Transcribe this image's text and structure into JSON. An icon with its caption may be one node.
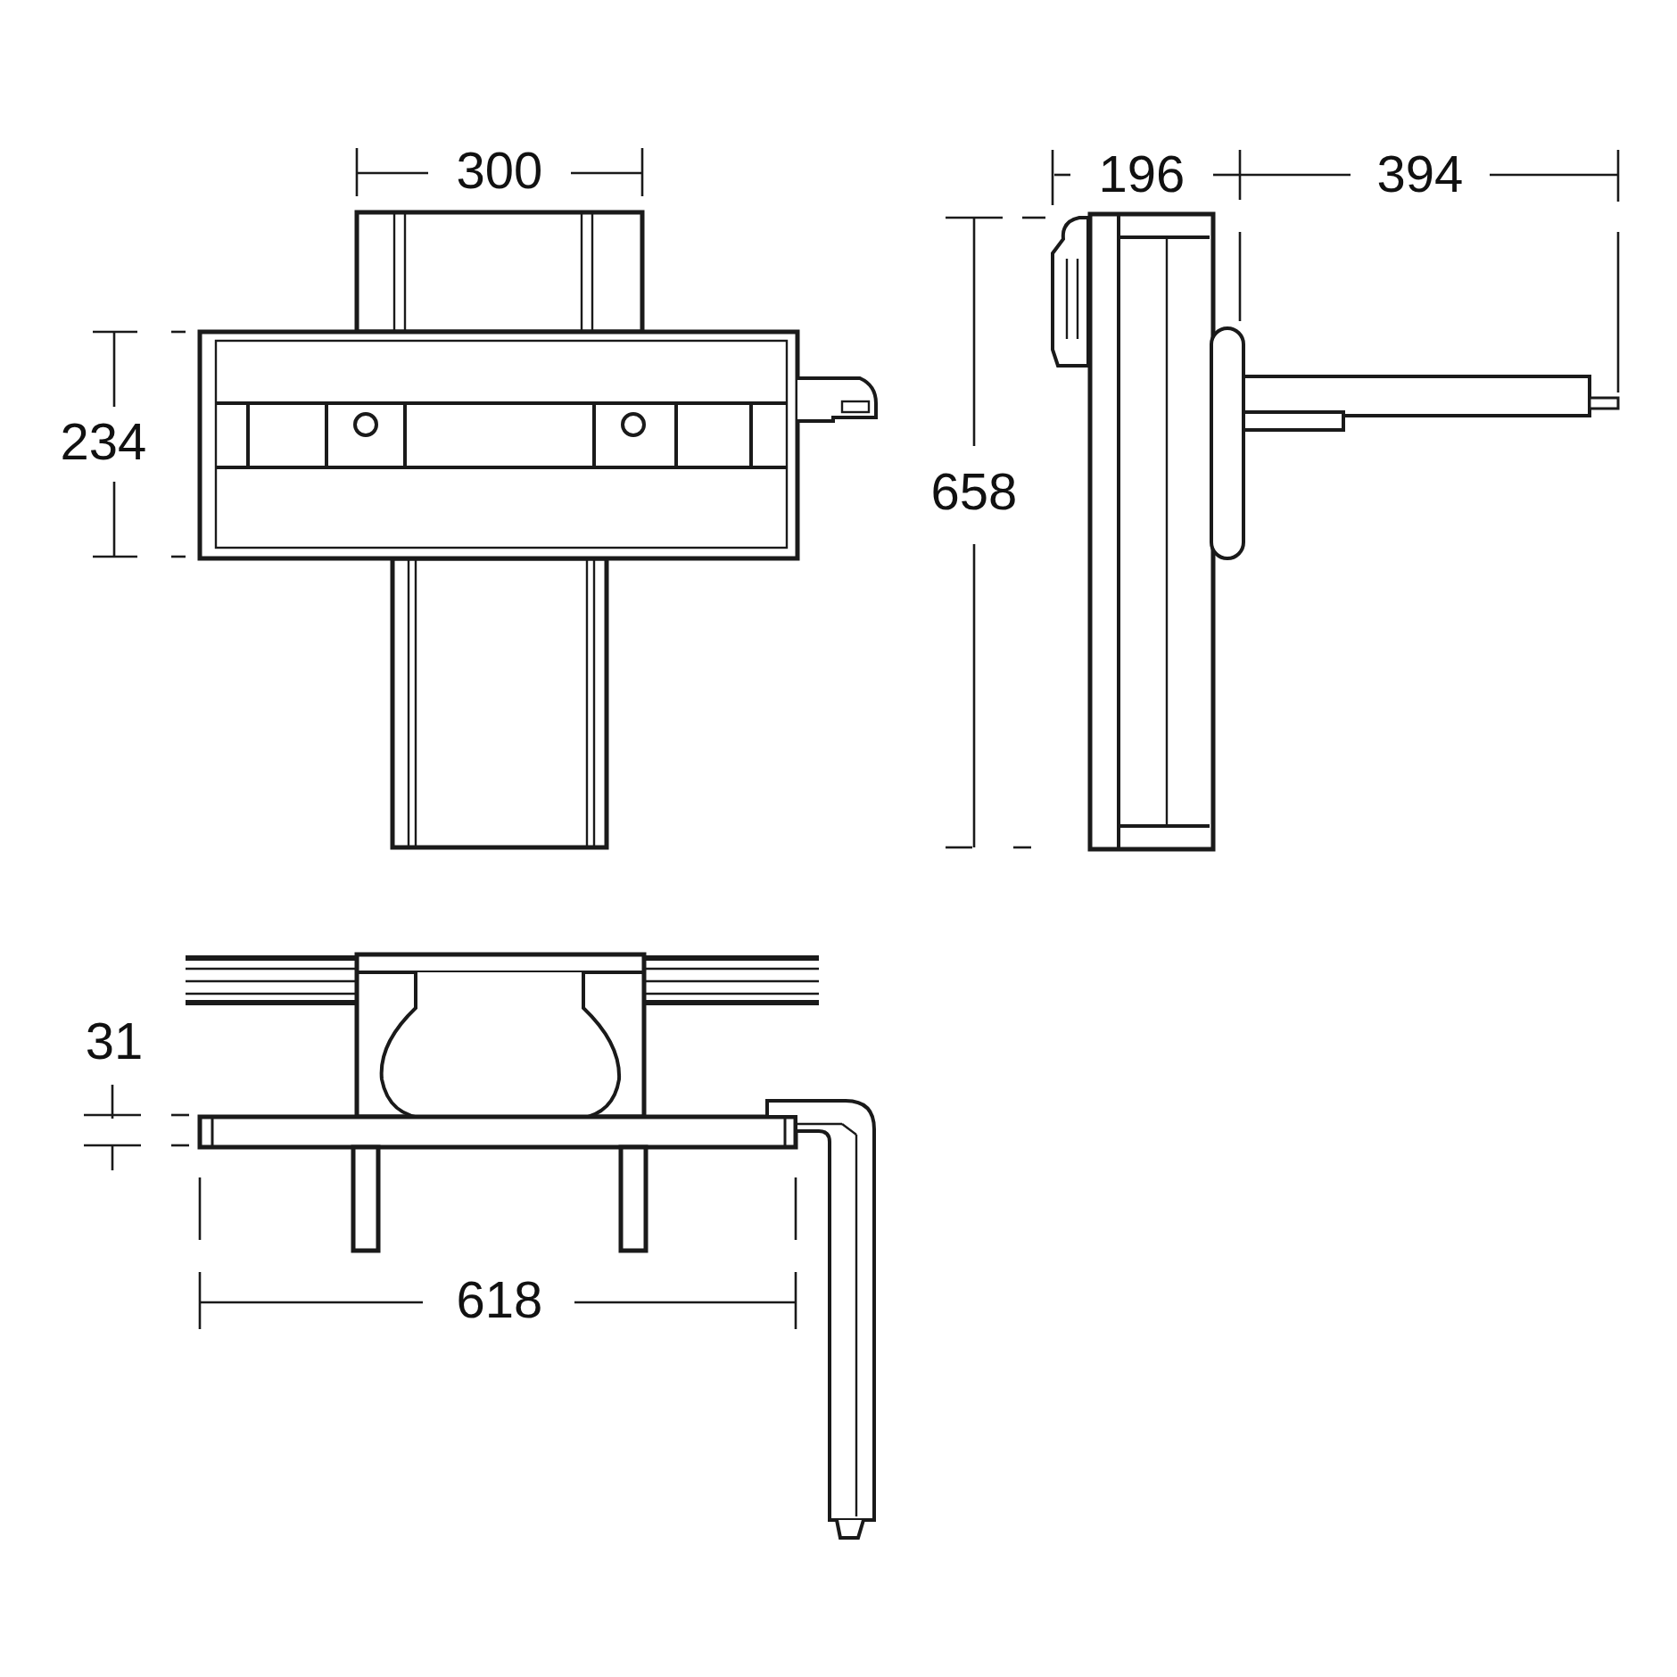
{
  "diagram": {
    "labels": [
      "300",
      "196",
      "394",
      "234",
      "658",
      "31",
      "618"
    ]
  }
}
